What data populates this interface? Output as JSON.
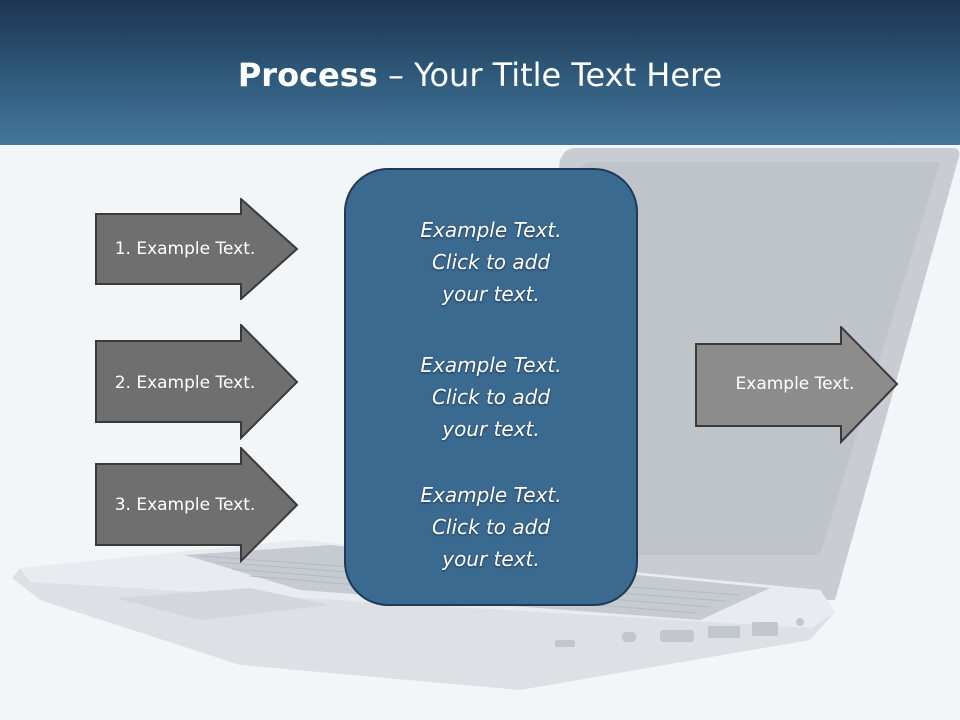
{
  "title": {
    "bold": "Process",
    "separator": " – ",
    "rest": "Your Title Text Here"
  },
  "steps": [
    {
      "label": "1. Example Text."
    },
    {
      "label": "2. Example Text."
    },
    {
      "label": "3. Example Text."
    }
  ],
  "center_box": {
    "blocks": [
      {
        "line1": "Example Text.",
        "line2": "Click  to add",
        "line3": "your text."
      },
      {
        "line1": "Example Text.",
        "line2": "Click  to add",
        "line3": "your text."
      },
      {
        "line1": "Example Text.",
        "line2": "Click  to add",
        "line3": "your text."
      }
    ]
  },
  "output": {
    "label": "Example Text."
  },
  "colors": {
    "header_dark": "#1d3550",
    "header_light": "#44769c",
    "box_fill": "#3b6a91",
    "arrow_fill": "#6f6f6f",
    "arrow_light_fill": "#8c8c8c"
  }
}
